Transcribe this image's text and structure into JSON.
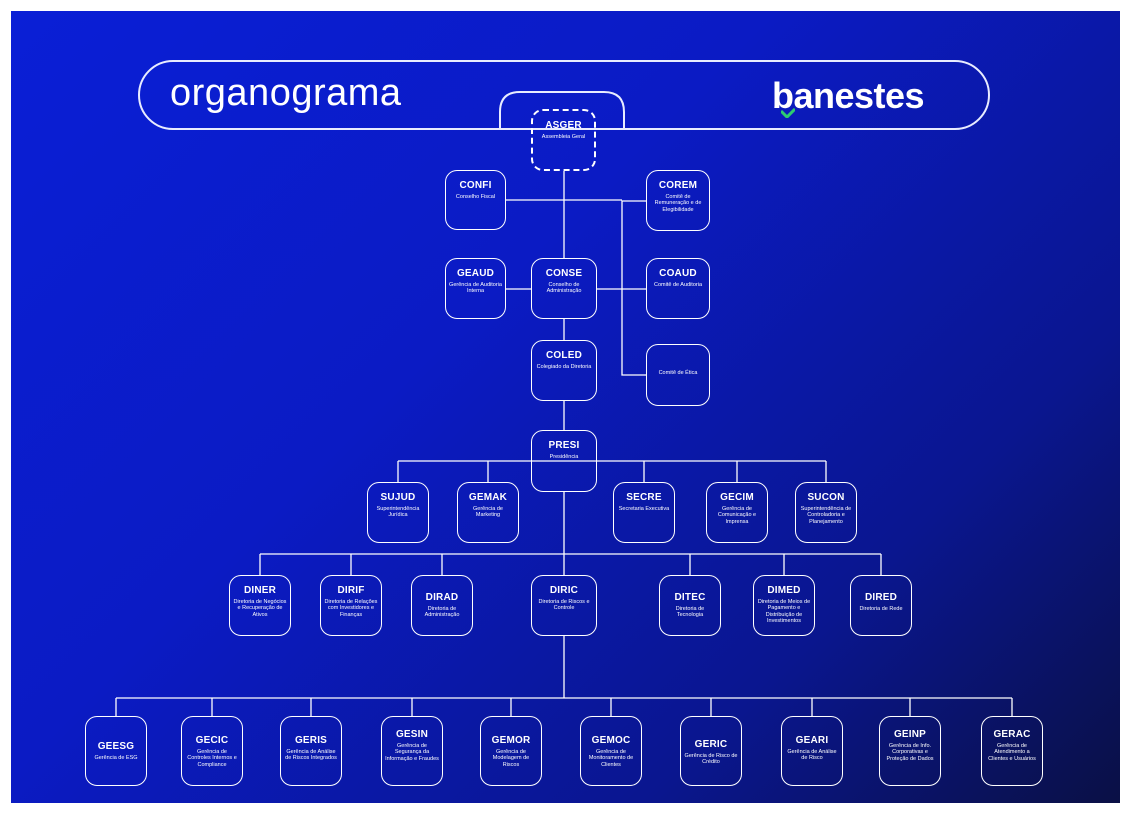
{
  "header": {
    "title": "organograma",
    "logo": "banestes",
    "accent_color": "#2ecc71"
  },
  "background": {
    "from": "#0a1fd6",
    "to": "#0a1045"
  },
  "units": {
    "ASGER": {
      "code": "ASGER",
      "name": "Assembleia Geral"
    },
    "CONFI": {
      "code": "CONFI",
      "name": "Conselho Fiscal"
    },
    "COREM": {
      "code": "COREM",
      "name": "Comitê de Remuneração e de Elegibilidade"
    },
    "GEAUD": {
      "code": "GEAUD",
      "name": "Gerência de Auditoria Interna"
    },
    "CONSE": {
      "code": "CONSE",
      "name": "Conselho de Administração"
    },
    "COAUD": {
      "code": "COAUD",
      "name": "Comitê de Auditoria"
    },
    "COLED": {
      "code": "COLED",
      "name": "Colegiado da Diretoria"
    },
    "ETICA": {
      "code": "",
      "name": "Comitê de Ética"
    },
    "PRESI": {
      "code": "PRESI",
      "name": "Presidência"
    },
    "SUJUD": {
      "code": "SUJUD",
      "name": "Superintendência Jurídica"
    },
    "GEMAK": {
      "code": "GEMAK",
      "name": "Gerência de Marketing"
    },
    "SECRE": {
      "code": "SECRE",
      "name": "Secretaria Executiva"
    },
    "GECIM": {
      "code": "GECIM",
      "name": "Gerência de Comunicação e Imprensa"
    },
    "SUCON": {
      "code": "SUCON",
      "name": "Superintendência de Controladoria e Planejamento"
    },
    "DINER": {
      "code": "DINER",
      "name": "Diretoria de Negócios e Recuperação de Ativos"
    },
    "DIRIF": {
      "code": "DIRIF",
      "name": "Diretoria de Relações com Investidores e Finanças"
    },
    "DIRAD": {
      "code": "DIRAD",
      "name": "Diretoria de Administração"
    },
    "DIRIC": {
      "code": "DIRIC",
      "name": "Diretoria de Riscos e Controle"
    },
    "DITEC": {
      "code": "DITEC",
      "name": "Diretoria de Tecnologia"
    },
    "DIMED": {
      "code": "DIMED",
      "name": "Diretoria de Meios de Pagamento e Distribuição de Investimentos"
    },
    "DIRED": {
      "code": "DIRED",
      "name": "Diretoria de Rede"
    },
    "GEESG": {
      "code": "GEESG",
      "name": "Gerência de ESG"
    },
    "GECIC": {
      "code": "GECIC",
      "name": "Gerência de Controles Internos e Compliance"
    },
    "GERIS": {
      "code": "GERIS",
      "name": "Gerência de Análise de Riscos Integrados"
    },
    "GESIN": {
      "code": "GESIN",
      "name": "Gerência de Segurança da Informação e Fraudes"
    },
    "GEMOR": {
      "code": "GEMOR",
      "name": "Gerência de Modelagem de Riscos"
    },
    "GEMOC": {
      "code": "GEMOC",
      "name": "Gerência de Monitoramento de Clientes"
    },
    "GERIC": {
      "code": "GERIC",
      "name": "Gerência de Risco de Crédito"
    },
    "GEARI": {
      "code": "GEARI",
      "name": "Gerência de Análise de Risco"
    },
    "GEINP": {
      "code": "GEINP",
      "name": "Gerência de Info. Corporativas e Proteção de Dados"
    },
    "GERAC": {
      "code": "GERAC",
      "name": "Gerência de Atendimento a Clientes e Usuários"
    }
  }
}
